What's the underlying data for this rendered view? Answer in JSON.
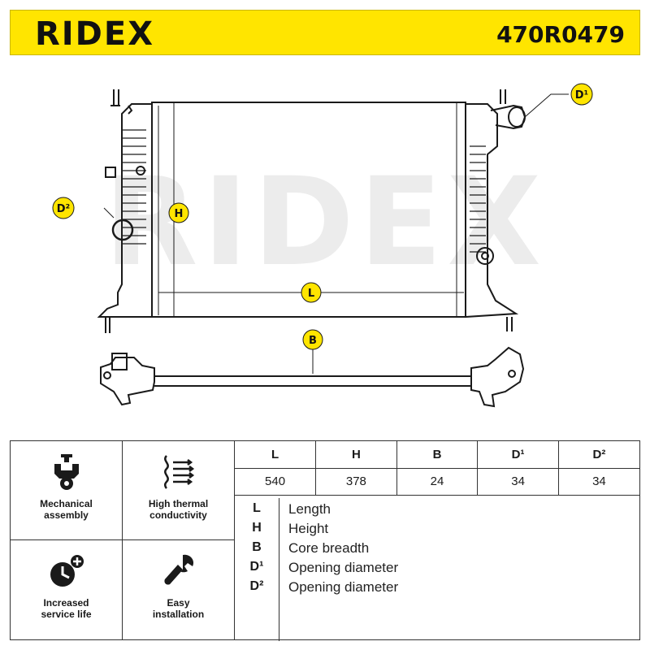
{
  "header": {
    "brand": "RIDEX",
    "part_number": "470R0479"
  },
  "drawing": {
    "watermark": "RIDEX",
    "callouts": {
      "length": "L",
      "height": "H",
      "breadth": "B",
      "d1": "D¹",
      "d2": "D²"
    }
  },
  "features": [
    {
      "label": "Mechanical\nassembly",
      "icon": "mechanical-assembly-icon"
    },
    {
      "label": "High thermal\nconductivity",
      "icon": "thermal-conductivity-icon"
    },
    {
      "label": "Increased\nservice life",
      "icon": "service-life-icon"
    },
    {
      "label": "Easy\ninstallation",
      "icon": "wrench-icon"
    }
  ],
  "dimensions": {
    "headers": [
      "L",
      "H",
      "B",
      "D¹",
      "D²"
    ],
    "values": [
      "540",
      "378",
      "24",
      "34",
      "34"
    ]
  },
  "legend": [
    {
      "symbol": "L",
      "description": "Length"
    },
    {
      "symbol": "H",
      "description": "Height"
    },
    {
      "symbol": "B",
      "description": "Core breadth"
    },
    {
      "symbol": "D¹",
      "description": "Opening diameter"
    },
    {
      "symbol": "D²",
      "description": "Opening diameter"
    }
  ],
  "colors": {
    "accent": "#ffe500",
    "line": "#1a1a1a",
    "watermark": "#ececec"
  }
}
